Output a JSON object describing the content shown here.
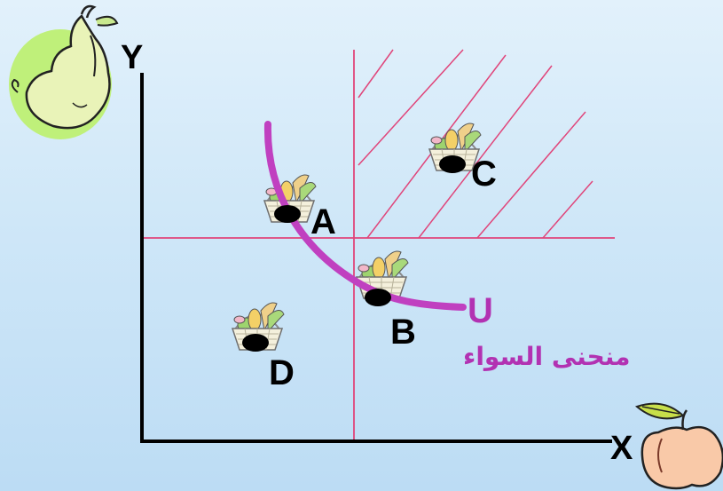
{
  "axes": {
    "y_label": "Y",
    "x_label": "X"
  },
  "points": {
    "a": "A",
    "b": "B",
    "c": "C",
    "d": "D"
  },
  "curve": {
    "label": "U",
    "name": "منحنى السواء",
    "color": "#c040c0"
  },
  "colors": {
    "axis": "#000000",
    "guide_lines": "#e0457a",
    "hatch": "#e0457a",
    "curve": "#c040c0",
    "point": "#000000",
    "label_accent": "#b232b2"
  },
  "icons": {
    "pear": "pear-icon",
    "apple": "apple-icon",
    "basket": "fruit-basket-icon"
  }
}
